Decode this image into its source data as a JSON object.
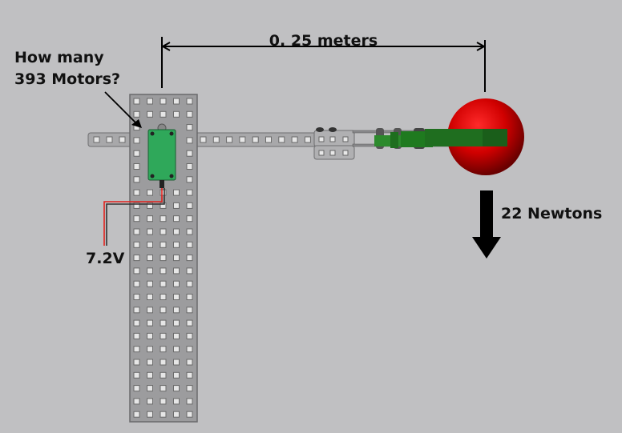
{
  "diagram": {
    "dimension_label": "0. 25 meters",
    "question_line1": "How many",
    "question_line2": "393 Motors?",
    "voltage_label": "7.2V",
    "force_label": "22 Newtons",
    "colors": {
      "background": "#c0c0c2",
      "metal": "#9a9a9c",
      "motor": "#2fa85a",
      "arm": "#1f6e1f",
      "ball": "#d40000",
      "wire_red": "#e0201c",
      "wire_black": "#222222"
    }
  }
}
